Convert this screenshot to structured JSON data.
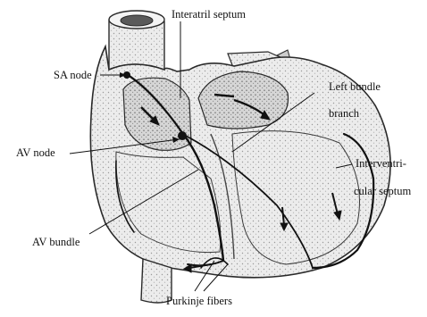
{
  "labels": {
    "interatrial_septum": "Interatril septum",
    "sa_node": "SA node",
    "left_bundle": "Left bundle",
    "branch": "branch",
    "av_node": "AV node",
    "interventricular_1": "Interventri-",
    "interventricular_2": "cular septum",
    "av_bundle": "AV bundle",
    "purkinje_fibers": "Purkinje fibers"
  },
  "colors": {
    "outline": "#2a2a2a",
    "fill": "#e9e9e9",
    "shade": "#cfcfcf",
    "conduction": "#111111",
    "text": "#111111"
  }
}
